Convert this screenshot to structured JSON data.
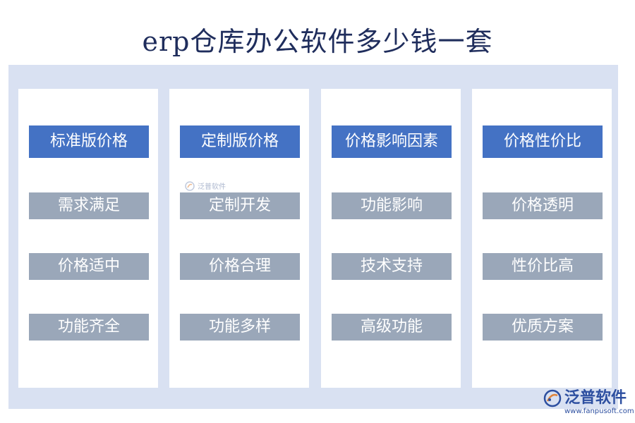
{
  "title": "erp仓库办公软件多少钱一套",
  "columns": [
    {
      "header": "标准版价格",
      "items": [
        "需求满足",
        "价格适中",
        "功能齐全"
      ]
    },
    {
      "header": "定制版价格",
      "items": [
        "定制开发",
        "价格合理",
        "功能多样"
      ]
    },
    {
      "header": "价格影响因素",
      "items": [
        "功能影响",
        "技术支持",
        "高级功能"
      ]
    },
    {
      "header": "价格性价比",
      "items": [
        "价格透明",
        "性价比高",
        "优质方案"
      ]
    }
  ],
  "watermark": {
    "text": "泛普软件"
  },
  "logo": {
    "brand": "泛普软件",
    "url": "www.fanpusoft.com",
    "icon": "fanpu-logo-icon"
  },
  "colors": {
    "title": "#1f2d5c",
    "panel_bg": "#d9e1f2",
    "header_bg": "#4472c4",
    "item_bg": "#9aa7b9",
    "brand": "#2d4fa0"
  }
}
